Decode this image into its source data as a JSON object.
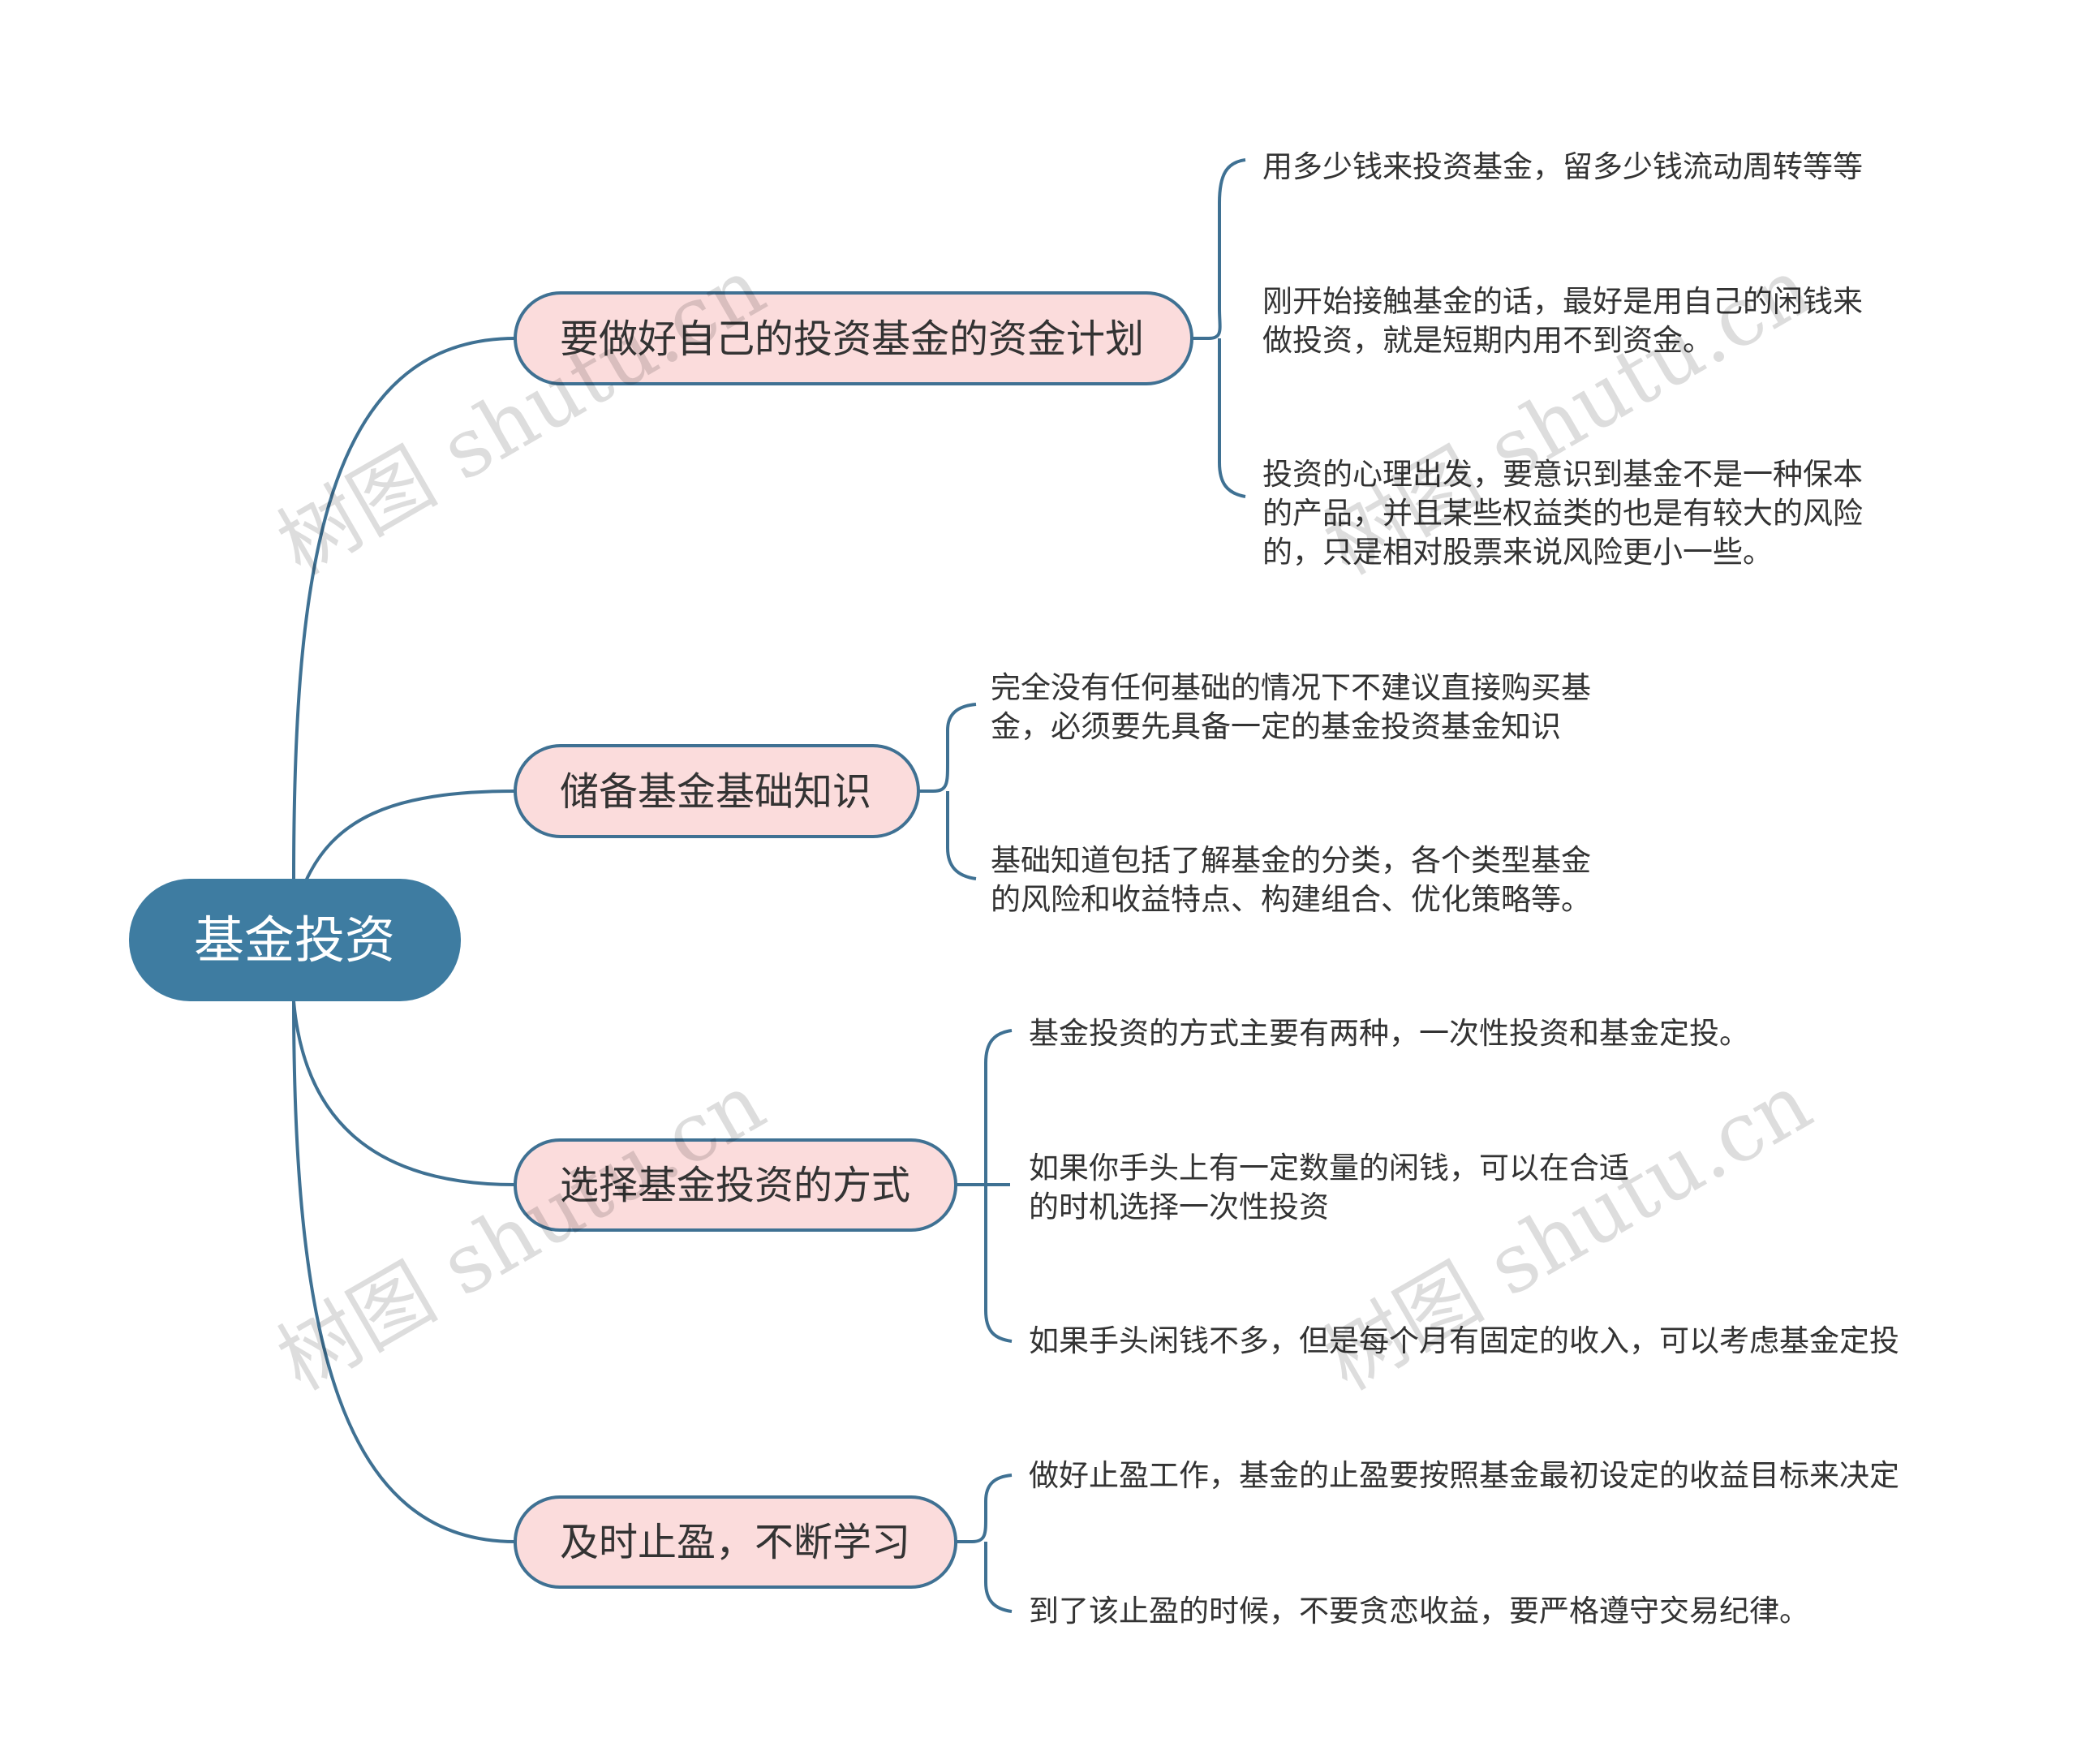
{
  "root": {
    "label": "基金投资",
    "color": "#3e7ca1"
  },
  "branches": [
    {
      "label": "要做好自己的投资基金的资金计划",
      "leaves": [
        [
          "用多少钱来投资基金，留多少钱流动周转等等"
        ],
        [
          "刚开始接触基金的话，最好是用自己的闲钱来",
          "做投资，就是短期内用不到资金。"
        ],
        [
          "投资的心理出发，要意识到基金不是一种保本",
          "的产品，并且某些权益类的也是有较大的风险",
          "的，只是相对股票来说风险更小一些。"
        ]
      ]
    },
    {
      "label": "储备基金基础知识",
      "leaves": [
        [
          "完全没有任何基础的情况下不建议直接购买基",
          "金，必须要先具备一定的基金投资基金知识"
        ],
        [
          "基础知道包括了解基金的分类，各个类型基金",
          "的风险和收益特点、构建组合、优化策略等。"
        ]
      ]
    },
    {
      "label": "选择基金投资的方式",
      "leaves": [
        [
          "基金投资的方式主要有两种，一次性投资和基金定投。"
        ],
        [
          "如果你手头上有一定数量的闲钱，可以在合适",
          "的时机选择一次性投资"
        ],
        [
          "如果手头闲钱不多，但是每个月有固定的收入，可以考虑基金定投"
        ]
      ]
    },
    {
      "label": "及时止盈，不断学习",
      "leaves": [
        [
          "做好止盈工作，基金的止盈要按照基金最初设定的收益目标来决定"
        ],
        [
          "到了该止盈的时候，不要贪恋收益，要严格遵守交易纪律。"
        ]
      ]
    }
  ],
  "watermark": "树图 shutu.cn"
}
